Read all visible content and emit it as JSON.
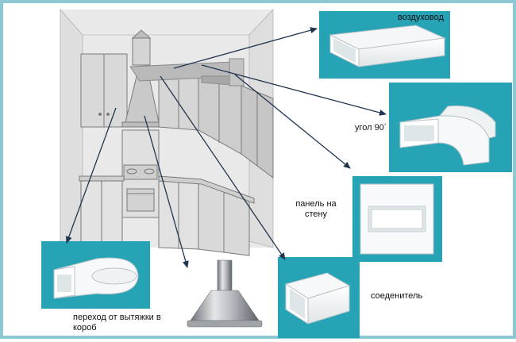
{
  "labels": {
    "duct": "воздуховод",
    "elbow": "угол 90´",
    "wall_panel": "панель на стену",
    "connector": "соеденитель",
    "adapter": "переход от вытяжки в короб"
  },
  "colors": {
    "frame": "#8ec9d3",
    "teal_background": "#27a3b6",
    "arrow": "#1f3550",
    "sketch_line": "#7a7a7a",
    "sketch_fill": "#cfcfcf",
    "duct_highlight": "#b9b9b9"
  },
  "icons": {
    "duct": "rectangular-duct-icon",
    "elbow": "duct-elbow-icon",
    "wall_panel": "wall-plate-icon",
    "connector": "duct-connector-icon",
    "adapter": "hood-adapter-icon",
    "hood": "cooker-hood-icon"
  }
}
